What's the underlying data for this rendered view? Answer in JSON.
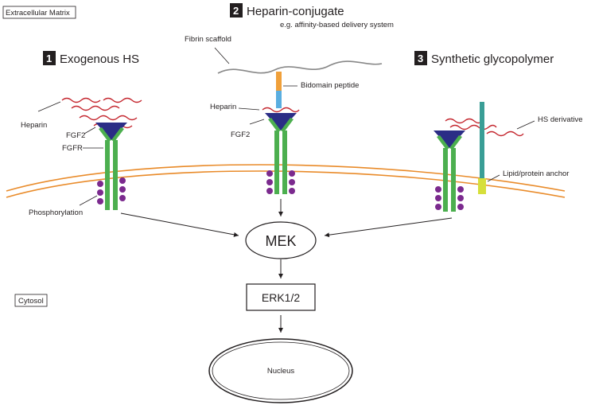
{
  "regions": {
    "extracellular": "Extracellular Matrix",
    "cytosol": "Cytosol"
  },
  "panels": [
    {
      "number": "1",
      "title": "Exogenous HS"
    },
    {
      "number": "2",
      "title": "Heparin-conjugate",
      "subtitle": "e.g. affinity-based delivery system"
    },
    {
      "number": "3",
      "title": "Synthetic glycopolymer"
    }
  ],
  "labels": {
    "heparin": "Heparin",
    "fgf2": "FGF2",
    "fgfr": "FGFR",
    "phosphorylation": "Phosphorylation",
    "fibrin_scaffold": "Fibrin scaffold",
    "bidomain_peptide": "Bidomain peptide",
    "hs_derivative": "HS derivative",
    "anchor": "Lipid/protein anchor"
  },
  "pathway": {
    "mek": "MEK",
    "erk": "ERK1/2",
    "nucleus": "Nucleus"
  },
  "colors": {
    "membrane": "#e98b2a",
    "receptor": "#4caf4f",
    "fgf2": "#2b2d86",
    "phospho": "#7b2a8e",
    "heparin": "#c4262e",
    "fibrin": "#888888",
    "peptide_top": "#f0a03a",
    "peptide_bottom": "#5aaee0",
    "glycopolymer": "#3a9e96",
    "anchor": "#d6df3a"
  }
}
